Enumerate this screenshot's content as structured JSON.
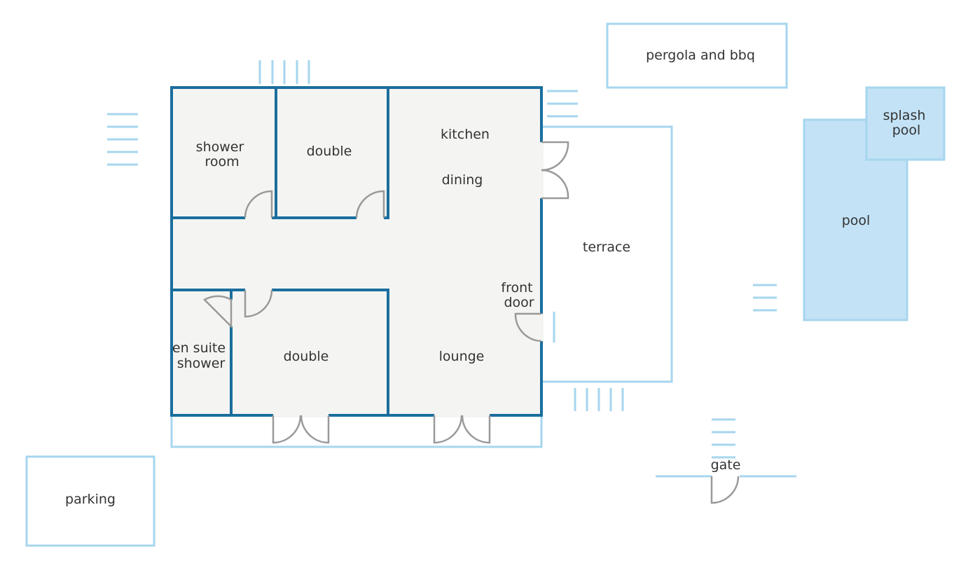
{
  "labels": {
    "shower_room": [
      "shower",
      "room"
    ],
    "double_top": "double",
    "kitchen": "kitchen",
    "dining": "dining",
    "terrace": "terrace",
    "front_door": [
      "front",
      "door"
    ],
    "en_suite_shower": [
      "en suite",
      "shower"
    ],
    "double_bottom": "double",
    "lounge": "lounge",
    "pergola": "pergola and bbq",
    "splash_pool": [
      "splash",
      "pool"
    ],
    "pool": "pool",
    "gate": "gate",
    "parking": "parking"
  },
  "colors": {
    "wall": "#1a6e9e",
    "outline": "#a6d6ee",
    "floor": "#f4f4f2",
    "pool_fill": "#c3e2f6",
    "door": "#999999",
    "text": "#333333"
  }
}
